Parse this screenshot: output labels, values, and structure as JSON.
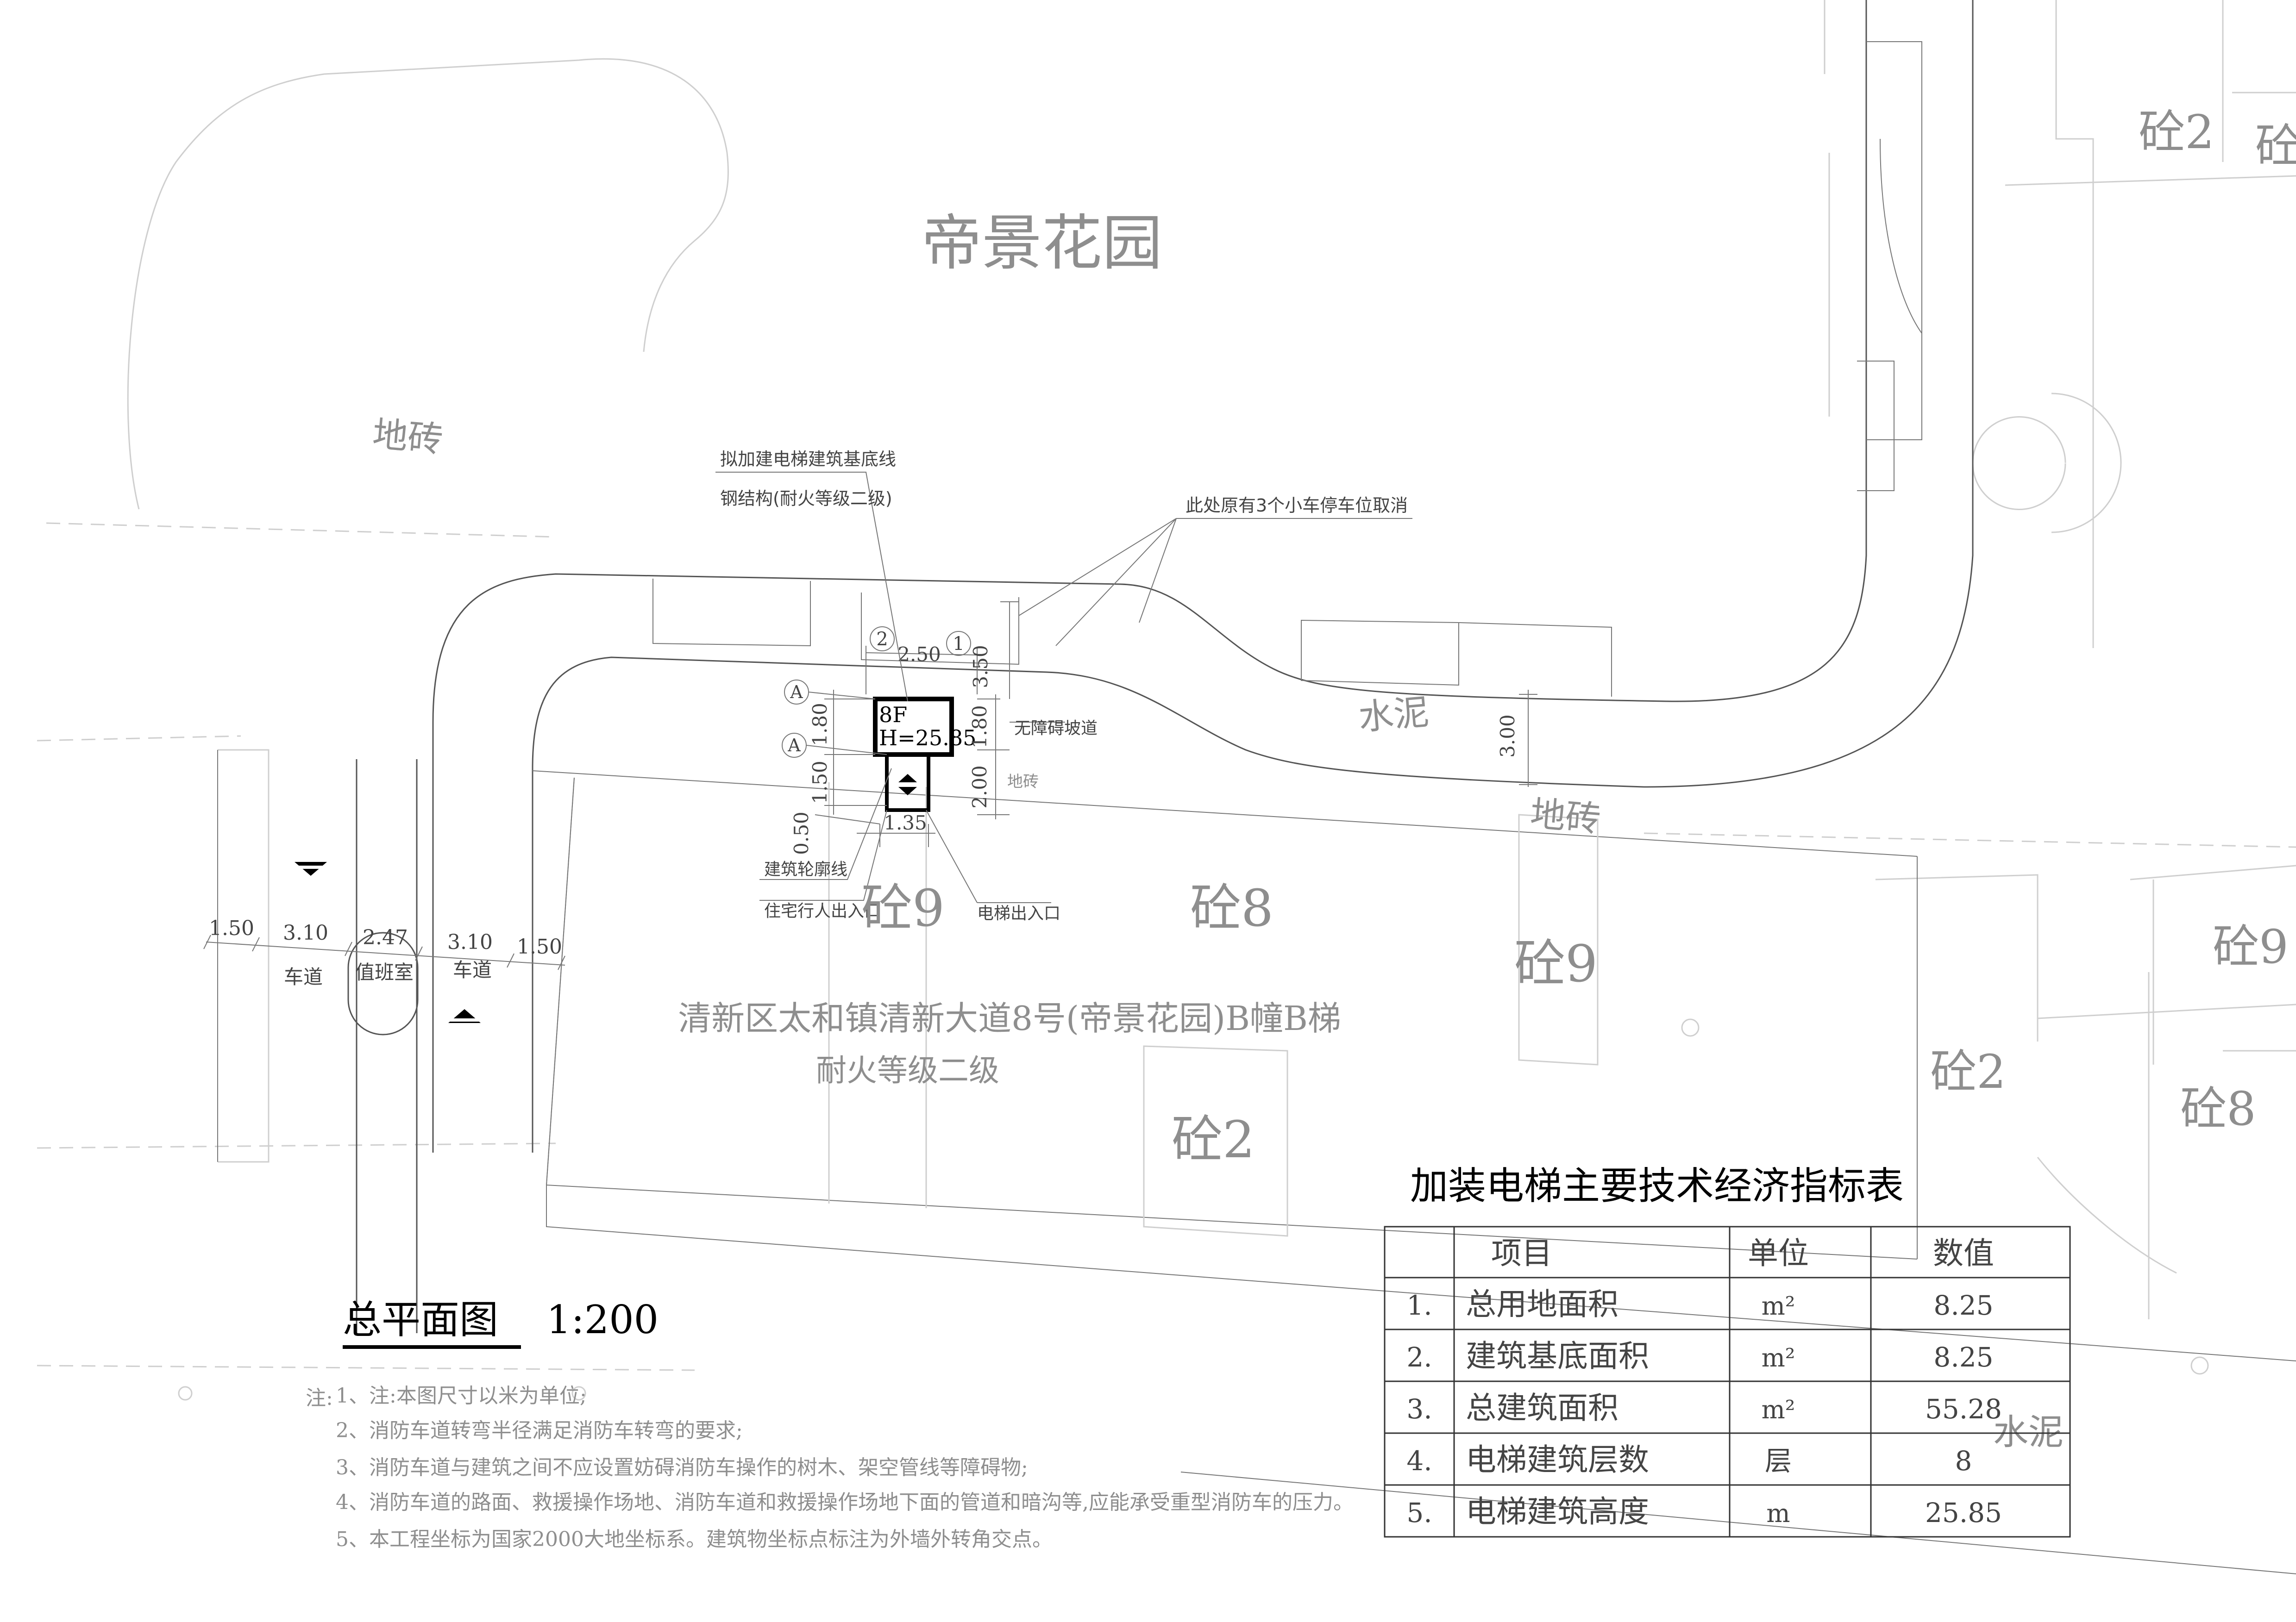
{
  "site": {
    "community_name": "帝景花园",
    "address_title": "清新区太和镇清新大道8号(帝景花园)B幢B梯",
    "fire_rating": "耐火等级二级"
  },
  "surfaces": {
    "tile_1": "地砖",
    "tile_2": "地砖",
    "tile_3": "地砖",
    "cement_1": "水泥",
    "cement_2": "水泥"
  },
  "buildings": {
    "b1": "砼9",
    "b2": "砼8",
    "b3": "砼9",
    "b4": "砼2",
    "b5": "砼2",
    "b6": "砼2",
    "b7": "砼9",
    "b8": "砼8",
    "b9": "砼"
  },
  "callouts": {
    "baseline_1": "拟加建电梯建筑基底线",
    "baseline_2": "钢结构(耐火等级二级)",
    "parking_removed": "此处原有3个小车停车位取消",
    "ramp": "无障碍坡道",
    "tile_small": "地砖",
    "building_outline": "建筑轮廓线",
    "resident_entrance": "住宅行人出入口",
    "elevator_exit": "电梯出入口"
  },
  "elevator": {
    "floors": "8F",
    "height": "H=25.85",
    "axis_1": "1",
    "axis_2": "2",
    "axis_a1": "A",
    "axis_a2": "A"
  },
  "dimensions": {
    "d_250": "2.50",
    "d_350": "3.50",
    "d_180a": "1.80",
    "d_180b": "1.80",
    "d_150": "1.50",
    "d_200": "2.00",
    "d_050": "0.50",
    "d_135": "1.35",
    "d_300": "3.00"
  },
  "road_section": {
    "w1": "1.50",
    "w2": "3.10",
    "w3": "2.47",
    "w4": "3.10",
    "w5": "1.50",
    "lane_left": "车道",
    "guard_room": "值班室",
    "lane_right": "车道"
  },
  "drawing_title": {
    "title": "总平面图",
    "scale": "1:200"
  },
  "notes": {
    "prefix": "注:",
    "n1": "1、注:本图尺寸以米为单位;",
    "n2": "2、消防车道转弯半径满足消防车转弯的要求;",
    "n3": "3、消防车道与建筑之间不应设置妨碍消防车操作的树木、架空管线等障碍物;",
    "n4": "4、消防车道的路面、救援操作场地、消防车道和救援操作场地下面的管道和暗沟等,应能承受重型消防车的压力。",
    "n5": "5、本工程坐标为国家2000大地坐标系。建筑物坐标点标注为外墙外转角交点。"
  },
  "table": {
    "title": "加装电梯主要技术经济指标表",
    "headers": [
      "项目",
      "单位",
      "数值"
    ],
    "rows": [
      {
        "no": "1.",
        "item": "总用地面积",
        "unit": "m²",
        "value": "8.25"
      },
      {
        "no": "2.",
        "item": "建筑基底面积",
        "unit": "m²",
        "value": "8.25"
      },
      {
        "no": "3.",
        "item": "总建筑面积",
        "unit": "m²",
        "value": "55.28"
      },
      {
        "no": "4.",
        "item": "电梯建筑层数",
        "unit": "层",
        "value": "8"
      },
      {
        "no": "5.",
        "item": "电梯建筑高度",
        "unit": "m",
        "value": "25.85"
      }
    ]
  }
}
